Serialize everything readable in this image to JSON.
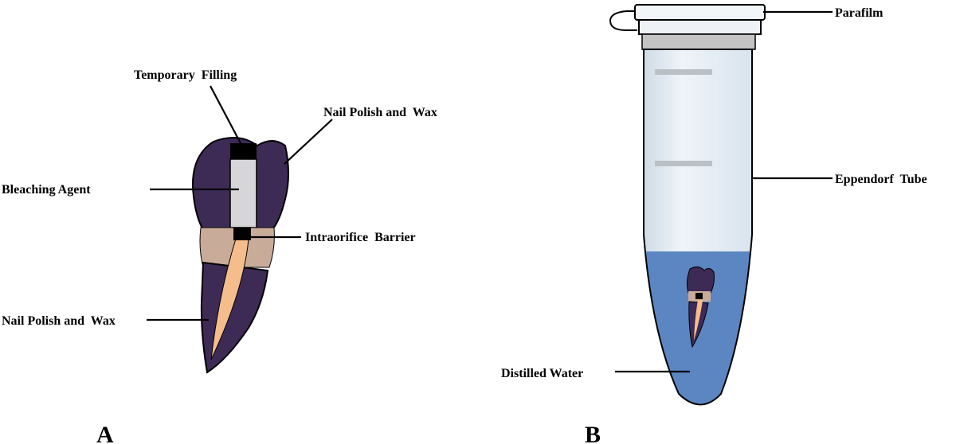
{
  "panel_a": {
    "letter": "A",
    "labels": {
      "temporary_filling": "Temporary  Filling",
      "nail_polish_crown": "Nail Polish and  Wax",
      "bleaching_agent": "Bleaching Agent",
      "intraorifice_barrier": "Intraorifice  Barrier",
      "nail_polish_root": "Nail Polish and  Wax"
    }
  },
  "panel_b": {
    "letter": "B",
    "labels": {
      "parafilm": "Parafilm",
      "eppendorf_tube": "Eppendorf  Tube",
      "distilled_water": "Distilled Water"
    }
  },
  "colors": {
    "tooth_coating": "#3d2b56",
    "bleaching_agent": "#d6d6d9",
    "root_band": "#c9ab9a",
    "root_canal_filling": "#f6bd8c",
    "water": "#5b86c2",
    "tube_glass": "#e4edf4",
    "outline": "#000000"
  }
}
